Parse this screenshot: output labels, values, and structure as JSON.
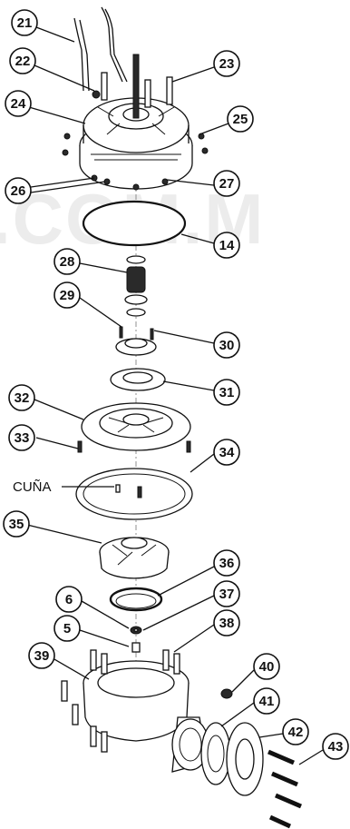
{
  "watermark": ".COM.M",
  "callouts": [
    {
      "id": "21",
      "label": "21"
    },
    {
      "id": "22",
      "label": "22"
    },
    {
      "id": "23",
      "label": "23"
    },
    {
      "id": "24",
      "label": "24"
    },
    {
      "id": "25",
      "label": "25"
    },
    {
      "id": "26",
      "label": "26"
    },
    {
      "id": "27",
      "label": "27"
    },
    {
      "id": "14",
      "label": "14"
    },
    {
      "id": "28",
      "label": "28"
    },
    {
      "id": "29",
      "label": "29"
    },
    {
      "id": "30",
      "label": "30"
    },
    {
      "id": "31",
      "label": "31"
    },
    {
      "id": "32",
      "label": "32"
    },
    {
      "id": "33",
      "label": "33"
    },
    {
      "id": "34",
      "label": "34"
    },
    {
      "id": "35",
      "label": "35"
    },
    {
      "id": "36",
      "label": "36"
    },
    {
      "id": "6",
      "label": "6"
    },
    {
      "id": "37",
      "label": "37"
    },
    {
      "id": "5",
      "label": "5"
    },
    {
      "id": "38",
      "label": "38"
    },
    {
      "id": "39",
      "label": "39"
    },
    {
      "id": "40",
      "label": "40"
    },
    {
      "id": "41",
      "label": "41"
    },
    {
      "id": "42",
      "label": "42"
    },
    {
      "id": "43",
      "label": "43"
    }
  ],
  "text_label": "CUÑA"
}
